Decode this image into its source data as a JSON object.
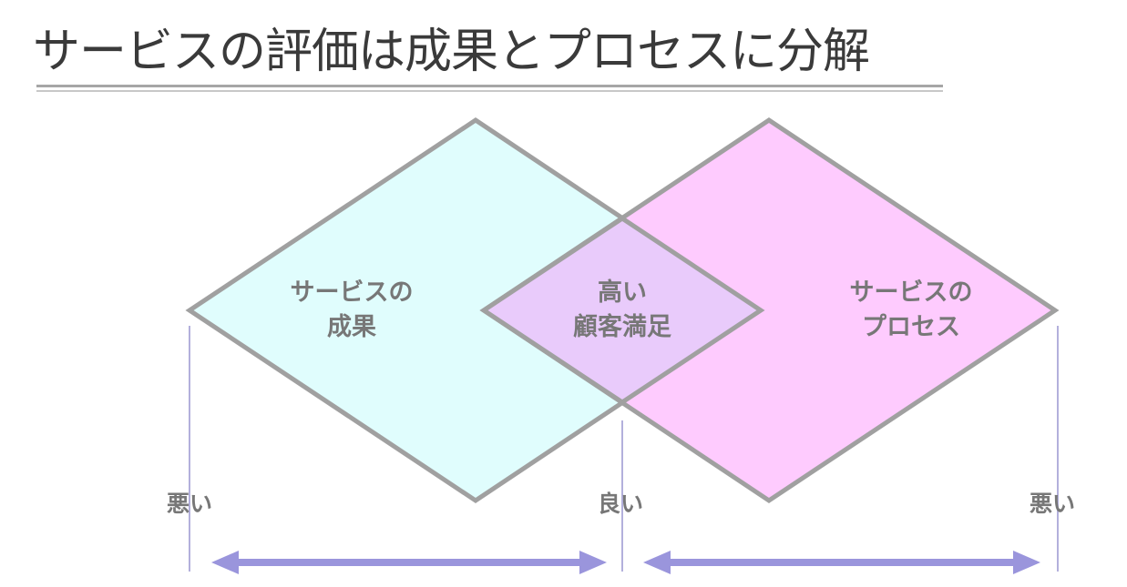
{
  "title": "サービスの評価は成果とプロセスに分解",
  "diagram": {
    "left_diamond": {
      "line1": "サービスの",
      "line2": "成果",
      "fill": "#e0fdfd"
    },
    "right_diamond": {
      "line1": "サービスの",
      "line2": "プロセス",
      "fill": "#fecbfe"
    },
    "overlap": {
      "line1": "高い",
      "line2": "顧客満足",
      "fill": "#e9cbfb"
    },
    "outline_color": "#a0a0a0",
    "arrow_color": "#9a95dc",
    "axis_labels": {
      "left": "悪い",
      "center": "良い",
      "right": "悪い"
    }
  }
}
